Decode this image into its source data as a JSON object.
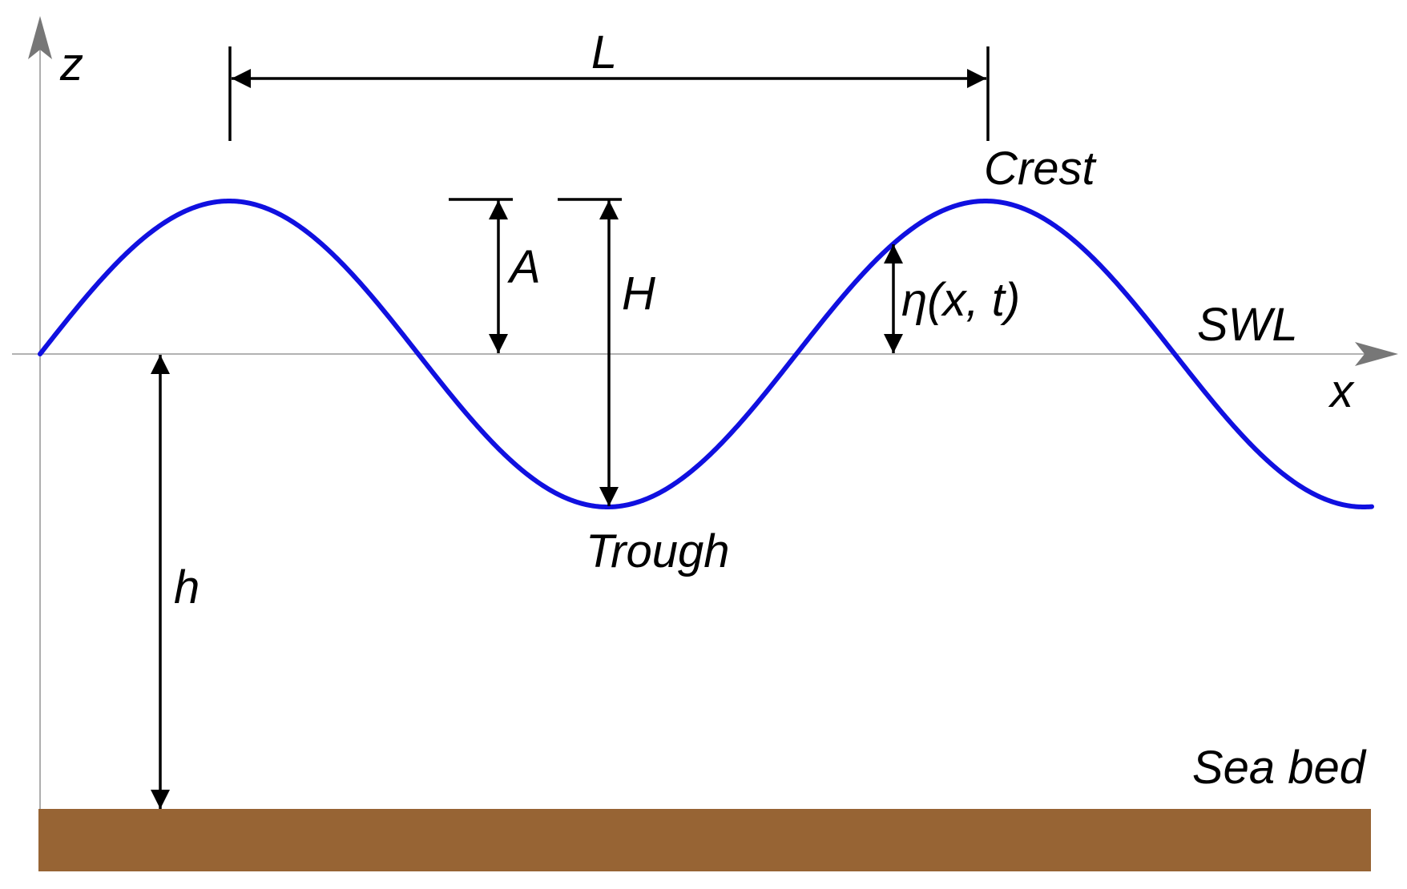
{
  "labels": {
    "z_axis": "z",
    "x_axis": "x",
    "wavelength": "L",
    "crest": "Crest",
    "trough": "Trough",
    "amplitude": "A",
    "wave_height": "H",
    "elevation": "η(x, t)",
    "still_water_level": "SWL",
    "depth": "h",
    "sea_bed": "Sea bed"
  },
  "colors": {
    "wave": "#1010e0",
    "axis": "#999999",
    "axis_arrow": "#777777",
    "dimension": "#000000",
    "sea_bed": "#976434"
  }
}
